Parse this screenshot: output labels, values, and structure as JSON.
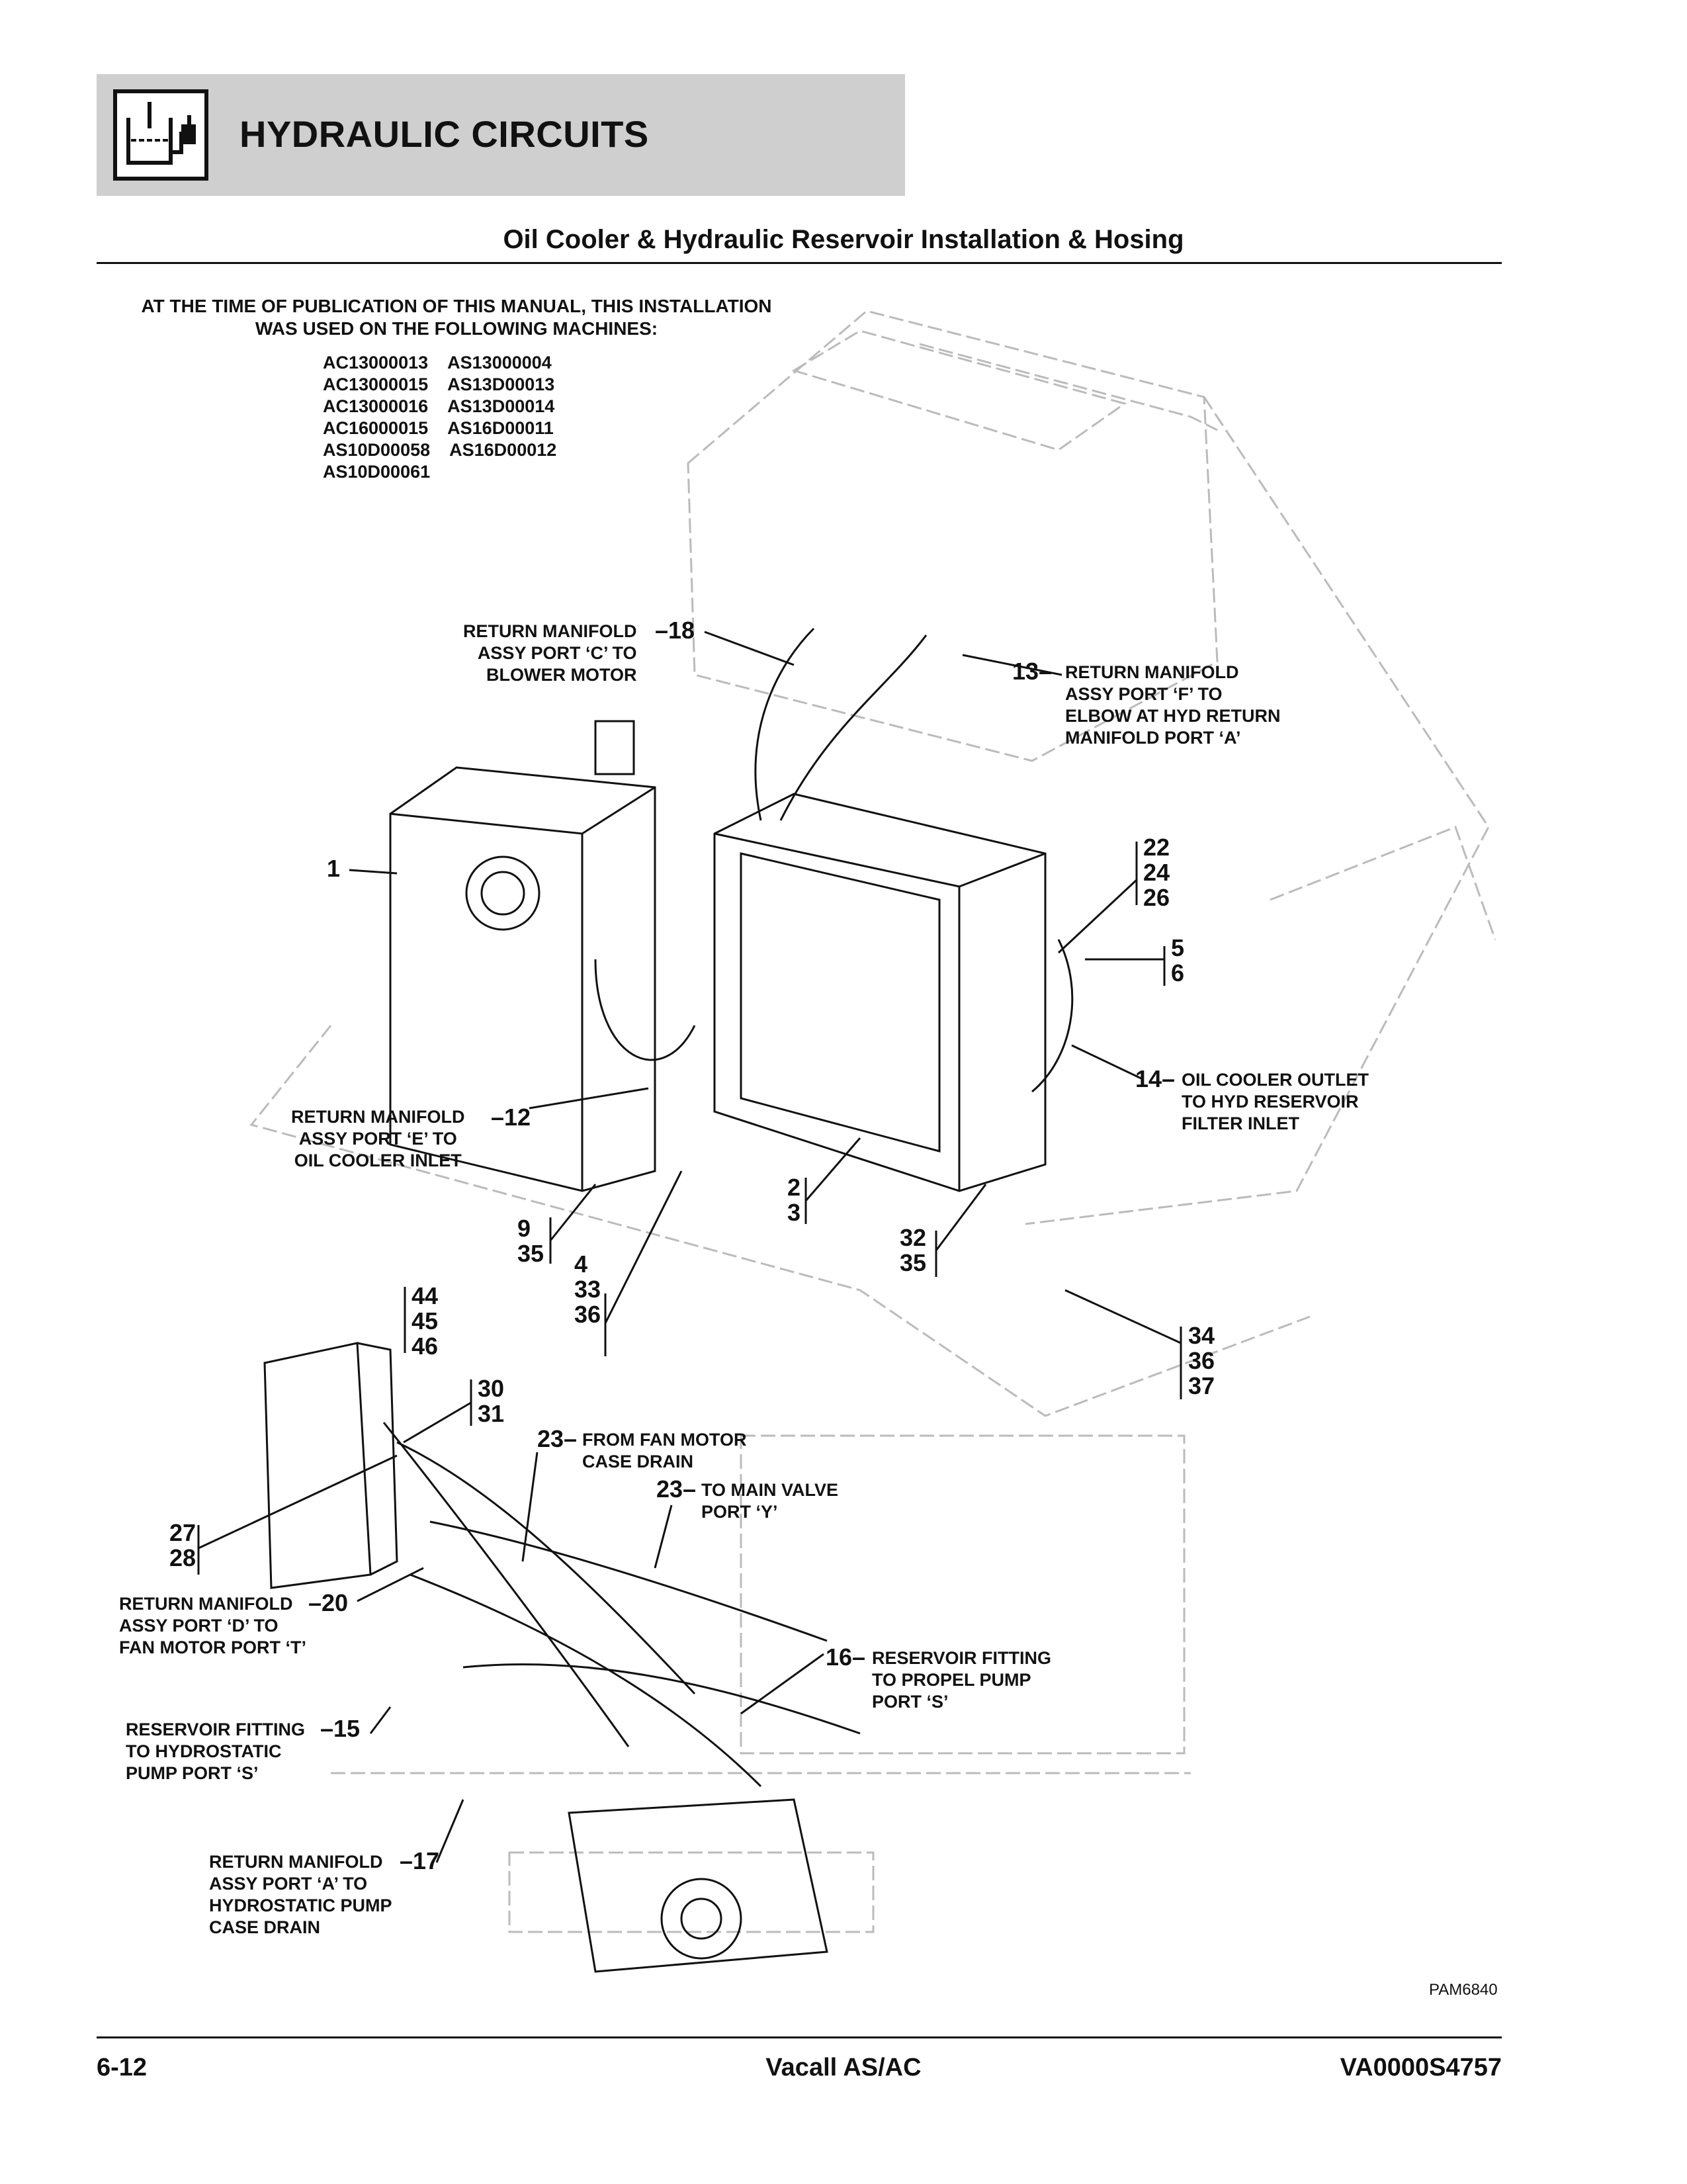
{
  "header": {
    "section_title": "HYDRAULIC CIRCUITS",
    "icon": "hydraulic-reservoir-icon"
  },
  "page_title": "Oil Cooler & Hydraulic Reservoir Installation & Hosing",
  "publication_note": {
    "line1": "AT THE TIME OF PUBLICATION OF THIS MANUAL, THIS INSTALLATION",
    "line2": "WAS USED ON THE FOLLOWING MACHINES:",
    "models": [
      [
        "AC13000013",
        "AS13000004"
      ],
      [
        "AC13000015",
        "AS13D00013"
      ],
      [
        "AC13000016",
        "AS13D00014"
      ],
      [
        "AC16000015",
        "AS16D00011"
      ],
      [
        "AS10D00058",
        "AS16D00012"
      ],
      [
        "AS10D00061",
        ""
      ]
    ]
  },
  "callouts": {
    "c18": {
      "num": "18",
      "text": "RETURN MANIFOLD\nASSY PORT ‘C’ TO\nBLOWER MOTOR"
    },
    "c13": {
      "num": "13",
      "text": "RETURN MANIFOLD\nASSY PORT ‘F’ TO\nELBOW AT HYD RETURN\nMANIFOLD PORT ‘A’"
    },
    "c1": {
      "num": "1"
    },
    "c22": {
      "nums": [
        "22",
        "24",
        "26"
      ]
    },
    "c5": {
      "nums": [
        "5",
        "6"
      ]
    },
    "c14": {
      "num": "14",
      "text": "OIL COOLER OUTLET\nTO HYD RESERVOIR\nFILTER INLET"
    },
    "c12": {
      "num": "12",
      "text": "RETURN MANIFOLD\nASSY PORT ‘E’ TO\nOIL COOLER INLET"
    },
    "c2": {
      "nums": [
        "2",
        "3"
      ]
    },
    "c9": {
      "nums": [
        "9",
        "35"
      ]
    },
    "c4": {
      "nums": [
        "4",
        "33",
        "36"
      ]
    },
    "c32": {
      "nums": [
        "32",
        "35"
      ]
    },
    "c44": {
      "nums": [
        "44",
        "45",
        "46"
      ]
    },
    "c34": {
      "nums": [
        "34",
        "36",
        "37"
      ]
    },
    "c30": {
      "nums": [
        "30",
        "31"
      ]
    },
    "c23a": {
      "num": "23",
      "text": "FROM FAN MOTOR\nCASE DRAIN"
    },
    "c23b": {
      "num": "23",
      "text": "TO MAIN VALVE\nPORT ‘Y’"
    },
    "c27": {
      "nums": [
        "27",
        "28"
      ]
    },
    "c20": {
      "num": "20",
      "text": "RETURN MANIFOLD\nASSY PORT ‘D’ TO\nFAN MOTOR PORT ‘T’"
    },
    "c16": {
      "num": "16",
      "text": "RESERVOIR FITTING\nTO PROPEL PUMP\nPORT ‘S’"
    },
    "c15": {
      "num": "15",
      "text": "RESERVOIR FITTING\nTO HYDROSTATIC\nPUMP PORT ‘S’"
    },
    "c17": {
      "num": "17",
      "text": "RETURN MANIFOLD\nASSY PORT ‘A’ TO\nHYDROSTATIC PUMP\nCASE DRAIN"
    }
  },
  "drawing_id": "PAM6840",
  "footer": {
    "page_number": "6-12",
    "manual_title": "Vacall AS/AC",
    "doc_code": "VA0000S4757"
  }
}
